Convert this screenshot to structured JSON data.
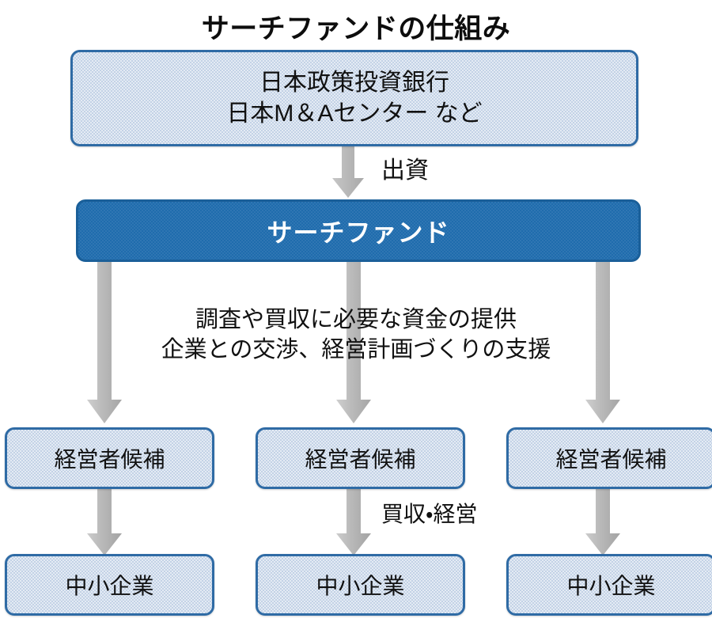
{
  "diagram": {
    "title": "サーチファンドの仕組み",
    "boxes": {
      "investors": {
        "line1": "日本政策投資銀行",
        "line2": "日本M＆Aセンター など"
      },
      "fund": "サーチファンド",
      "manager_candidates": [
        "経営者候補",
        "経営者候補",
        "経営者候補"
      ],
      "smes": [
        "中小企業",
        "中小企業",
        "中小企業"
      ]
    },
    "labels": {
      "investment": "出資",
      "support_line1": "調査や買収に必要な資金の提供",
      "support_line2": "企業との交渉、経営計画づくりの支援",
      "acquisition": "買収・経営"
    },
    "colors": {
      "box_border": "#2f6ba5",
      "box_fill_light": "#c3d2e6",
      "box_fill_dark": "#1f6cad",
      "arrow_gray": "#b4b4b4",
      "text_dark": "#111111",
      "text_light": "#ffffff",
      "background": "#ffffff"
    },
    "icons": {
      "flow_arrow": "down-arrow-icon"
    }
  }
}
